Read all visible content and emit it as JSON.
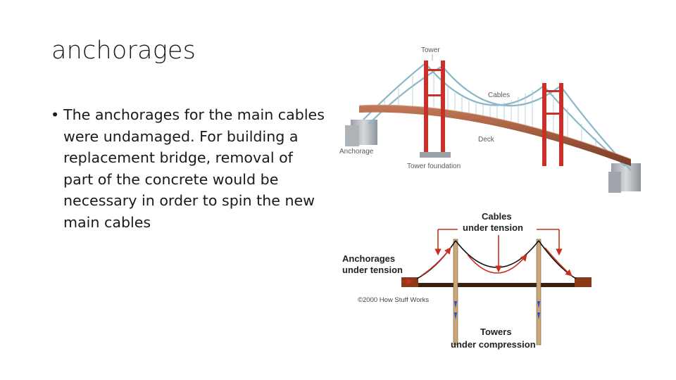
{
  "slide": {
    "title": "anchorages",
    "bullet_symbol": "•",
    "bullets": [
      "The anchorages for the main cables were undamaged. For building a replacement bridge, removal of part of the concrete would be necessary in order to spin the new main cables"
    ]
  },
  "diagram_top": {
    "labels": {
      "tower": "Tower",
      "cables": "Cables",
      "deck": "Deck",
      "anchorage": "Anchorage",
      "tower_foundation": "Tower foundation"
    },
    "colors": {
      "tower": "#c8302a",
      "deck": "#a8583a",
      "cables": "#8ab8c8",
      "anchorage": "#b8bcc0"
    }
  },
  "diagram_bottom": {
    "labels": {
      "cables_line1": "Cables",
      "cables_line2": "under tension",
      "anchorages_line1": "Anchorages",
      "anchorages_line2": "under tension",
      "copyright": "©2000 How Stuff Works",
      "towers_line1": "Towers",
      "towers_line2": "under compression"
    },
    "colors": {
      "arrow": "#c83020",
      "deck": "#3a2010",
      "tower": "#c8a878",
      "compression": "#2a4ad0"
    }
  }
}
